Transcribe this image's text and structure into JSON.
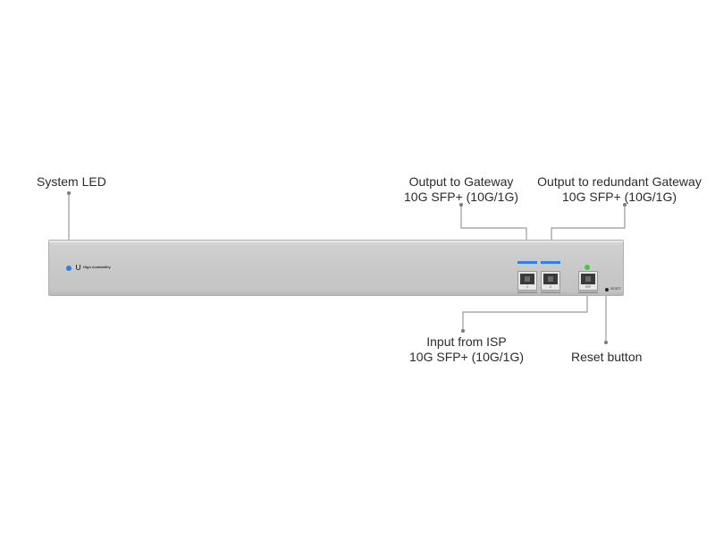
{
  "callouts": {
    "system_led": "System LED",
    "out_gateway_1": "Output to Gateway",
    "out_gateway_2": "10G SFP+ (10G/1G)",
    "out_redundant_1": "Output to redundant Gateway",
    "out_redundant_2": "10G SFP+ (10G/1G)",
    "input_isp_1": "Input from ISP",
    "input_isp_2": "10G SFP+ (10G/1G)",
    "reset_button": "Reset button"
  },
  "device": {
    "brand_label": "High Availability",
    "ports": [
      "1",
      "2",
      "ISP"
    ],
    "reset_label": "RESET",
    "colors": {
      "system_led": "#2d7ee0",
      "port_activity": "#2f7fe6",
      "isp_led": "#3ec94a"
    }
  }
}
